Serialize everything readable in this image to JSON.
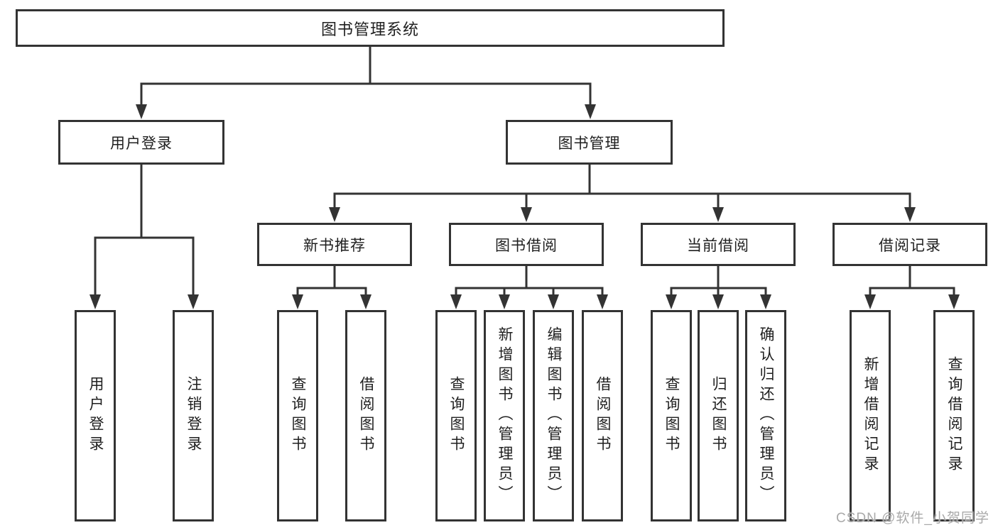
{
  "colors": {
    "line": "#333333",
    "text": "#1f1f1f",
    "background": "#ffffff",
    "watermark": "#a9a9a9"
  },
  "tree": {
    "root": {
      "label": "图书管理系统"
    },
    "level2": {
      "user_login": {
        "label": "用户登录"
      },
      "book_mgmt": {
        "label": "图书管理"
      }
    },
    "level3": {
      "new_book": {
        "label": "新书推荐"
      },
      "borrow": {
        "label": "图书借阅"
      },
      "current": {
        "label": "当前借阅"
      },
      "records": {
        "label": "借阅记录"
      }
    },
    "leaves": {
      "login": {
        "label": "用户登录"
      },
      "logout": {
        "label": "注销登录"
      },
      "nb_query": {
        "label": "查询图书"
      },
      "nb_borrow": {
        "label": "借阅图书"
      },
      "bw_query": {
        "label": "查询图书"
      },
      "bw_add": {
        "label": "新增图书（管理员）"
      },
      "bw_edit": {
        "label": "编辑图书（管理员）"
      },
      "bw_borrow": {
        "label": "借阅图书"
      },
      "cu_query": {
        "label": "查询图书"
      },
      "cu_return": {
        "label": "归还图书"
      },
      "cu_confirm": {
        "label": "确认归还（管理员）"
      },
      "rc_add": {
        "label": "新增借阅记录"
      },
      "rc_query": {
        "label": "查询借阅记录"
      }
    }
  },
  "watermark": {
    "text": "CSDN @软件_小贺同学"
  }
}
